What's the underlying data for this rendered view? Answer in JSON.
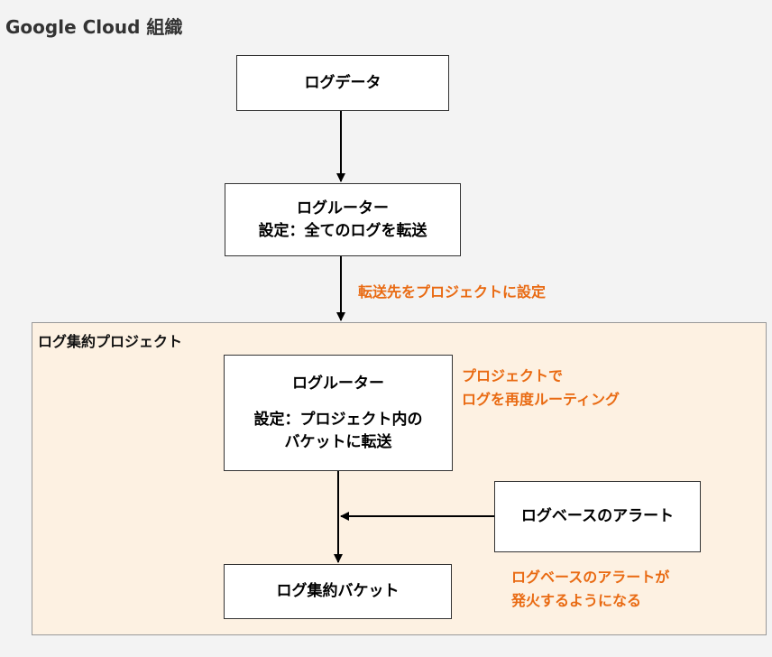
{
  "title": "Google Cloud 組織",
  "nodes": {
    "log_data": "ログデータ",
    "router_top": {
      "name": "ログルーター",
      "setting": "設定：全てのログを転送"
    },
    "project": {
      "label": "ログ集約プロジェクト",
      "router": {
        "name": "ログルーター",
        "setting_line1": "設定：プロジェクト内の",
        "setting_line2": "バケットに転送"
      },
      "alert": "ログベースのアラート",
      "bucket": "ログ集約バケット"
    }
  },
  "annotations": {
    "forward": "転送先をプロジェクトに設定",
    "reroute_line1": "プロジェクトで",
    "reroute_line2": "ログを再度ルーティング",
    "alert_line1": "ログベースのアラートが",
    "alert_line2": "発火するようになる"
  },
  "colors": {
    "background": "#f3f3f3",
    "project_fill": "#fdf1e2",
    "annotation": "#e96a12"
  }
}
